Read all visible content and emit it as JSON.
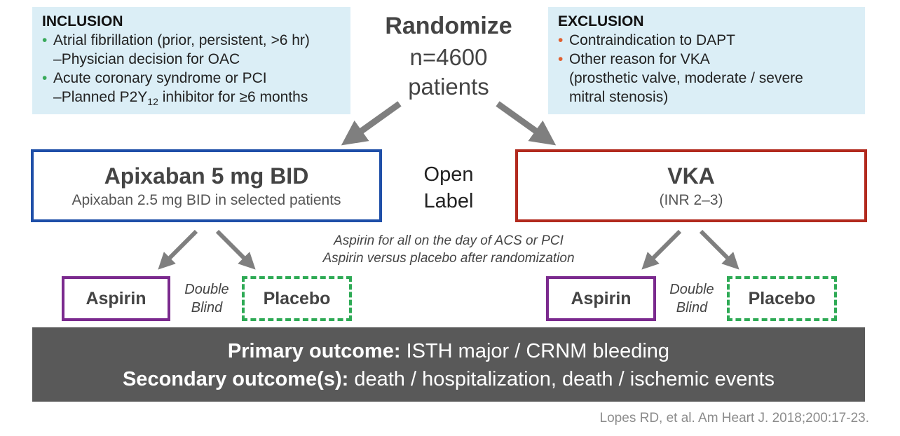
{
  "inclusion": {
    "title": "INCLUSION",
    "items": [
      "Atrial fibrillation (prior, persistent, >6 hr)",
      "Acute coronary syndrome or PCI"
    ],
    "subitems": [
      "Physician decision for OAC",
      "Planned P2Y",
      "12",
      "inhibitor for ≥6 months"
    ],
    "bullet_color": "#3aaa5c"
  },
  "exclusion": {
    "title": "EXCLUSION",
    "items": [
      "Contraindication to DAPT",
      "Other reason for VKA"
    ],
    "continuation": [
      "(prosthetic valve, moderate / severe",
      "mitral stenosis)"
    ],
    "bullet_color": "#e06030"
  },
  "randomize": {
    "title": "Randomize",
    "n": "n=4600",
    "unit": "patients"
  },
  "open_label": [
    "Open",
    "Label"
  ],
  "arms": {
    "apixaban": {
      "title": "Apixaban 5 mg BID",
      "subtitle": "Apixaban 2.5 mg BID in selected patients",
      "border": "#1f4fa8"
    },
    "vka": {
      "title": "VKA",
      "subtitle": "(INR 2–3)",
      "border": "#b22a1e"
    }
  },
  "aspirin_note": [
    "Aspirin for all on the day of ACS or PCI",
    "Aspirin versus placebo after randomization"
  ],
  "subgroups": {
    "aspirin_label": "Aspirin",
    "placebo_label": "Placebo",
    "double_blind": [
      "Double",
      "Blind"
    ],
    "aspirin_border": "#7b2a8e",
    "placebo_border": "#2eaa55"
  },
  "outcomes": {
    "primary_label": "Primary outcome:",
    "primary_text": "ISTH major / CRNM bleeding",
    "secondary_label": "Secondary outcome(s):",
    "secondary_text": "death / hospitalization, death / ischemic events"
  },
  "citation": "Lopes RD, et al. Am Heart J. 2018;200:17-23."
}
